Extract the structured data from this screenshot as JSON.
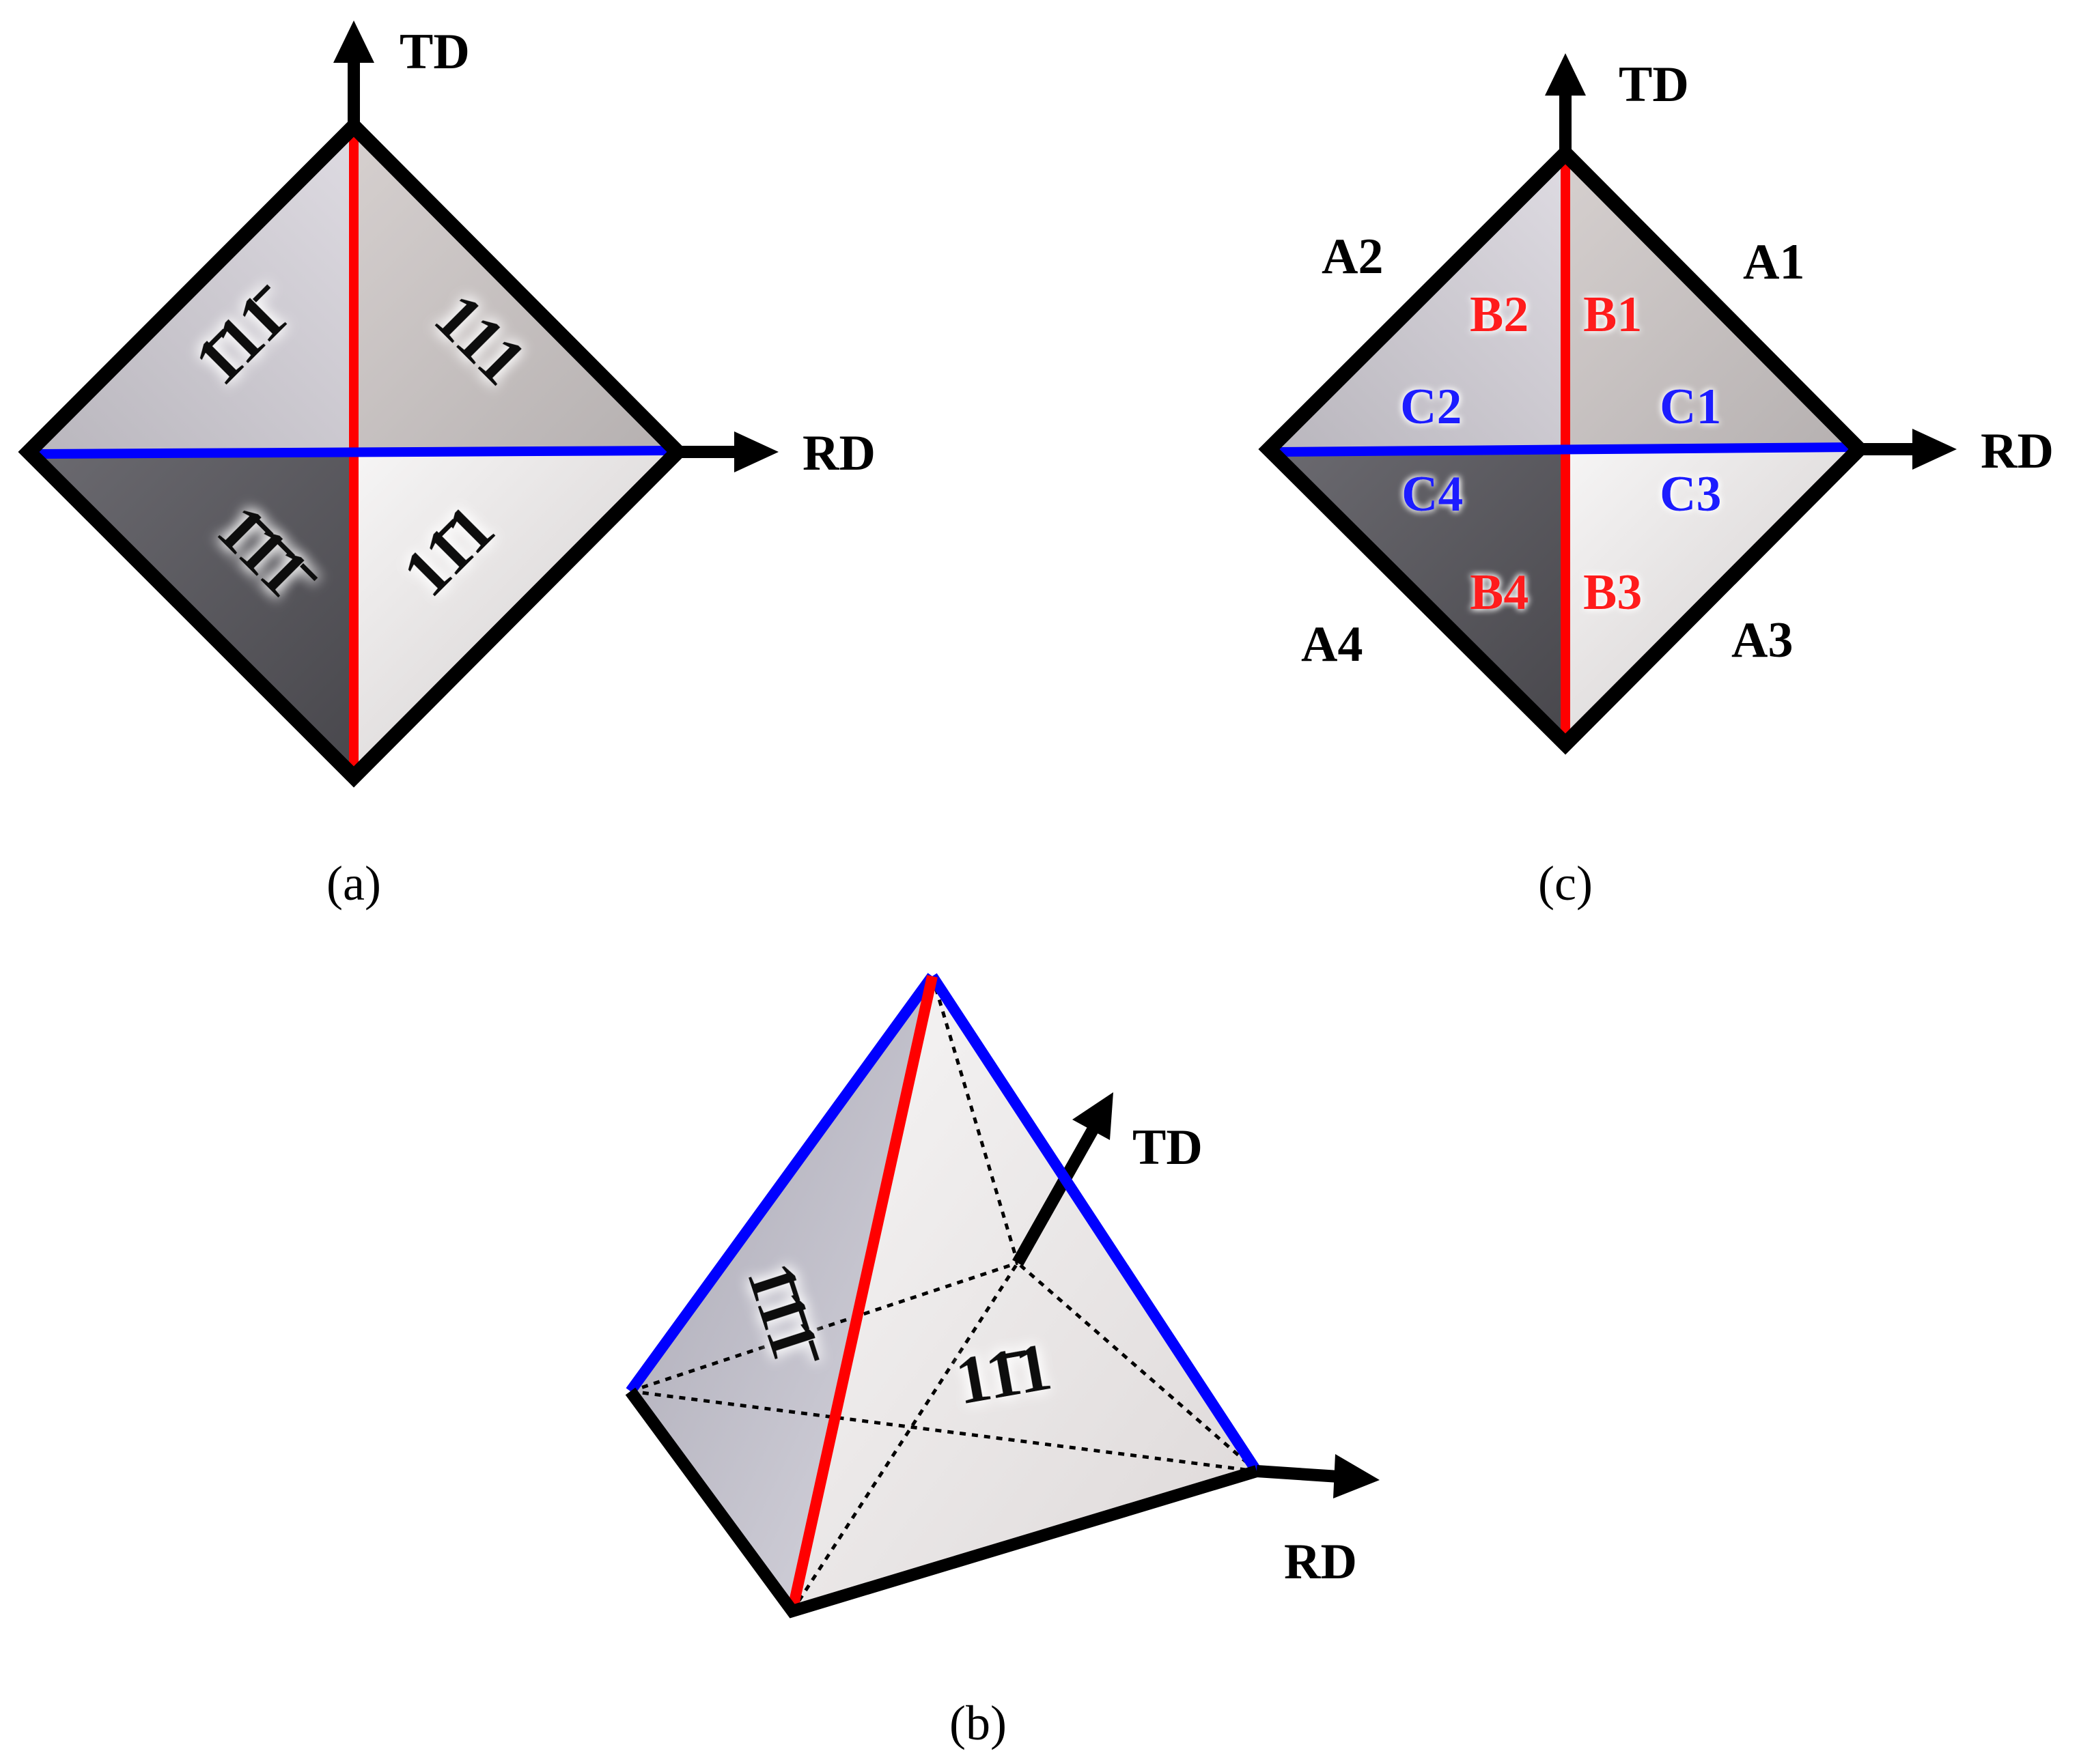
{
  "axes": {
    "td": "TD",
    "rd": "RD"
  },
  "captions": {
    "a": "(a)",
    "b": "(b)",
    "c": "(c)"
  },
  "panel_a": {
    "faces": {
      "top_left": "1̄11̄",
      "top_right": "111",
      "bottom_left": "1̄1̄1̄",
      "bottom_right": "11̄1"
    }
  },
  "panel_b": {
    "faces": {
      "left": "1̄1̄1̄",
      "front": "11̄1"
    }
  },
  "panel_c": {
    "regions_a": [
      "A1",
      "A2",
      "A3",
      "A4"
    ],
    "regions_b": [
      "B1",
      "B2",
      "B3",
      "B4"
    ],
    "regions_c": [
      "C1",
      "C2",
      "C3",
      "C4"
    ]
  },
  "colors": {
    "edge": "#000000",
    "red_line": "#ff0000",
    "blue_line": "#0000ff",
    "label_red": "#ff1a1a",
    "label_blue": "#1a1aff",
    "face_light": "#f2f0ef",
    "face_mid": "#c7c3c3",
    "face_cool": "#c8c6d2",
    "face_dark": "#5c5b60"
  }
}
